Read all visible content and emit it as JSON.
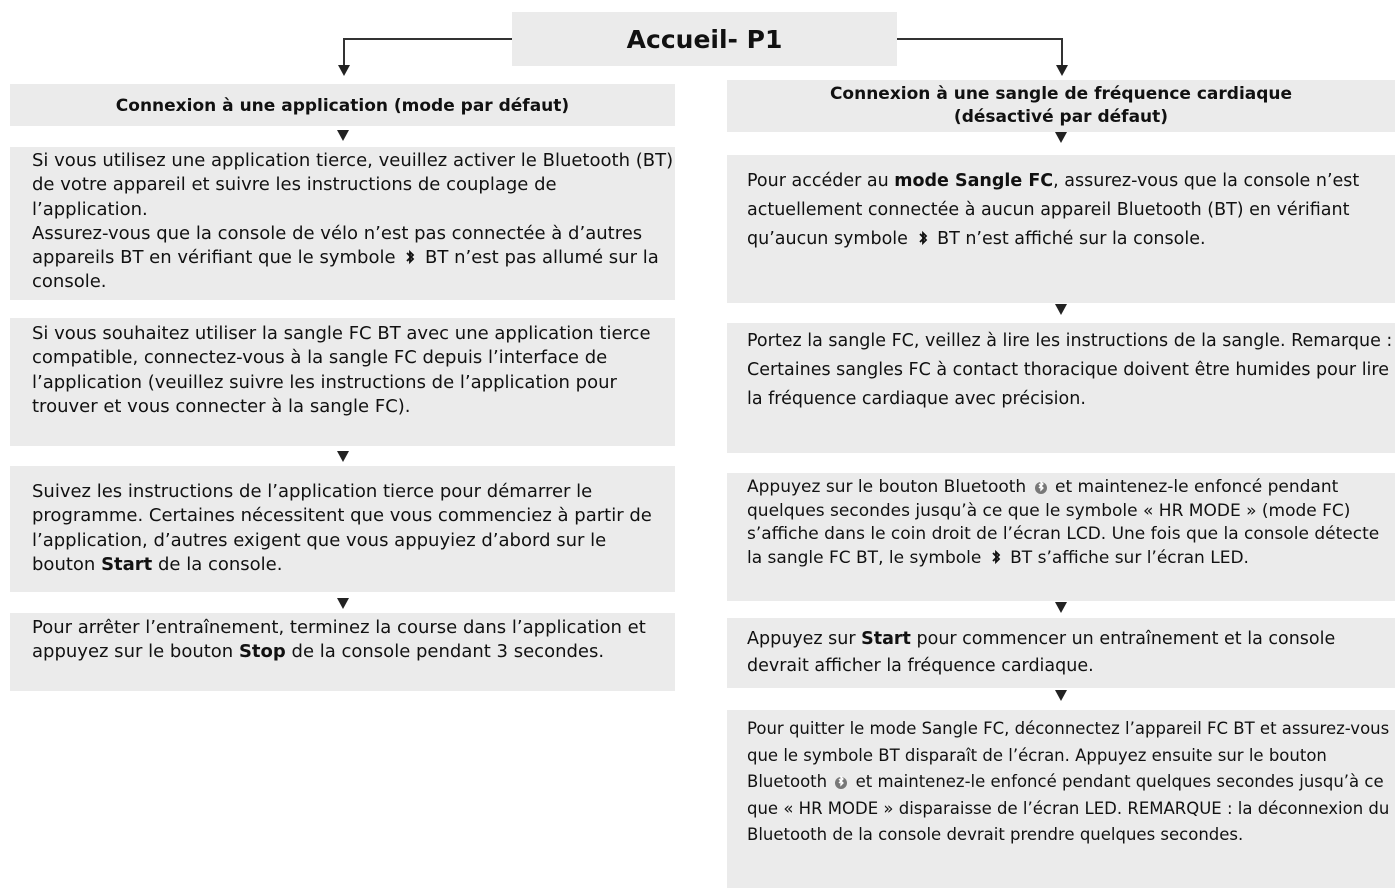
{
  "title": "Accueil- P1",
  "left": {
    "header": "Connexion à une application (mode par défaut)",
    "s1_p1": "Si vous utilisez une application tierce, veuillez activer le Bluetooth (BT) de votre appareil et suivre les instructions de couplage de l’application.",
    "s1_p2a": "Assurez-vous que la console de vélo n’est pas connectée à d’autres appareils BT en vérifiant que le symbole",
    "s1_p2b": "BT n’est pas allumé sur la console.",
    "s2": "Si vous souhaitez utiliser la sangle FC BT avec une application tierce compatible, connectez-vous à la sangle FC depuis l’interface de l’application (veuillez suivre les instructions de l’application pour trouver et vous connecter à la sangle FC).",
    "s3a": "Suivez les instructions de l’application tierce pour démarrer le programme. Certaines nécessitent que vous commenciez à partir de l’application, d’autres exigent que vous appuyiez d’abord sur le bouton",
    "s3_bold": "Start",
    "s3b": "de la console.",
    "s4a": "Pour arrêter l’entraînement, terminez la course dans l’application et appuyez sur le bouton",
    "s4_bold": "Stop",
    "s4b": "de la console pendant 3 secondes."
  },
  "right": {
    "header_l1": "Connexion à une sangle de fréquence cardiaque",
    "header_l2": "(désactivé par défaut)",
    "s1a": "Pour accéder au",
    "s1_bold": "mode Sangle FC",
    "s1b": ", assurez-vous que la console n’est actuellement connectée à aucun appareil Bluetooth (BT) en vérifiant qu’aucun symbole",
    "s1c": "BT n’est affiché sur la console.",
    "s2": "Portez la sangle FC, veillez à lire les instructions de la sangle. Remarque : Certaines sangles FC à contact thoracique doivent être humides pour lire la fréquence cardiaque avec précision.",
    "s3a": "Appuyez sur le bouton Bluetooth",
    "s3b": "et maintenez-le enfoncé pendant quelques secondes jusqu’à ce que le symbole « HR MODE » (mode FC) s’affiche dans le coin droit de l’écran LCD. Une fois que la console détecte la sangle FC BT, le symbole",
    "s3c": "BT s’affiche sur l’écran LED.",
    "s4a": "Appuyez sur",
    "s4_bold": "Start",
    "s4b": "pour commencer un entraînement et la console devrait afficher la fréquence cardiaque.",
    "s5a": "Pour quitter le mode Sangle FC, déconnectez l’appareil FC BT et assurez-vous que le symbole BT disparaît de l’écran. Appuyez ensuite sur le bouton Bluetooth",
    "s5b": "et maintenez-le enfoncé pendant quelques secondes jusqu’à ce que « HR MODE » disparaisse de l’écran LED. REMARQUE : la déconnexion du Bluetooth de la console devrait prendre quelques secondes."
  }
}
